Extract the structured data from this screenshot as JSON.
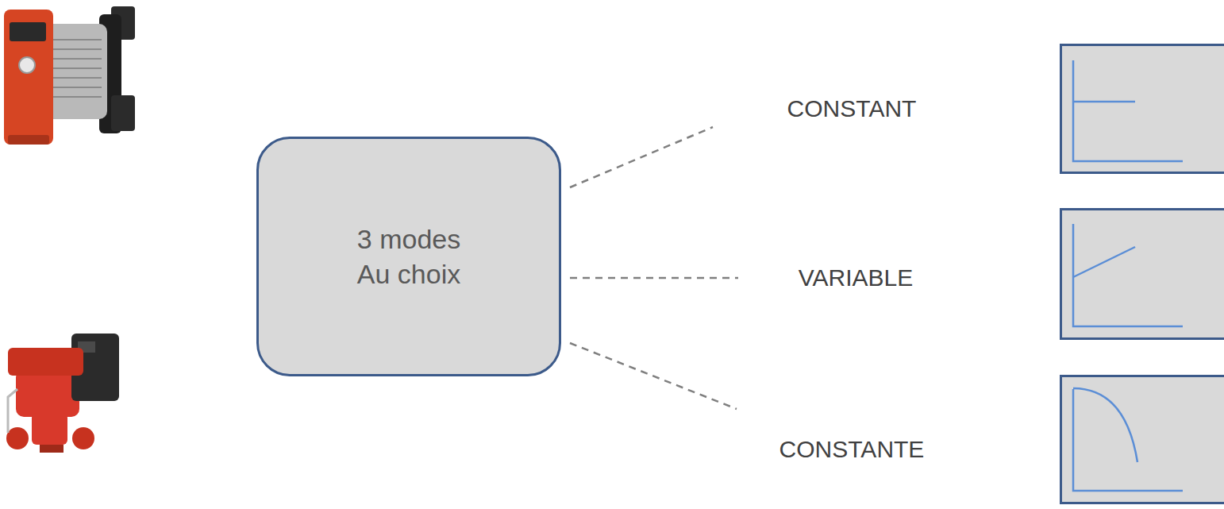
{
  "diagram": {
    "nodes": [
      {
        "text": [
          "3 modes Au choix"
        ]
      }
    ],
    "labels": [
      "CONSTANT",
      "VARIABLE",
      "CONSTANTE"
    ]
  }
}
